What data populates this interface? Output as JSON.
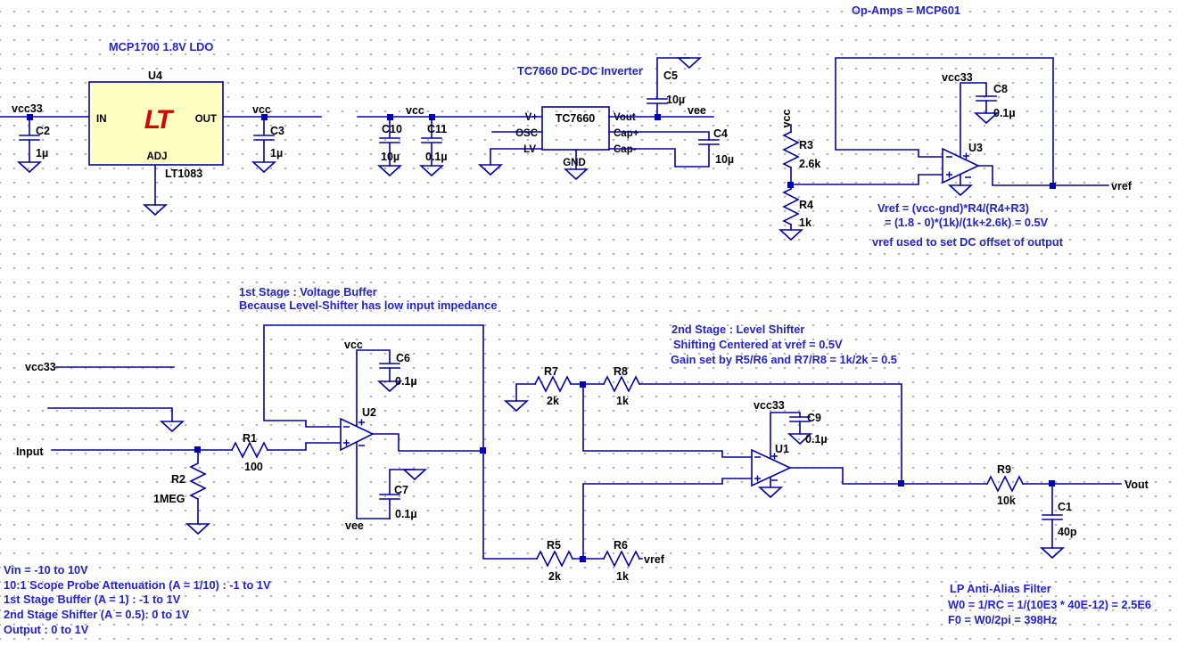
{
  "colors": {
    "wire": "#0000B2",
    "comment_text": "#2121DE",
    "label_text": "#000000",
    "regulator_box_fill": "#FFFFC2",
    "logo_red": "#D80000",
    "grid_dots": "#ABABAB"
  },
  "comments": {
    "ldo_title": "MCP1700 1.8V LDO",
    "inverter_title": "TC7660 DC-DC Inverter",
    "opamp_title": "Op-Amps = MCP601",
    "stage1": [
      "1st Stage : Voltage Buffer",
      "Because Level-Shifter has low input impedance"
    ],
    "stage2": [
      "2nd Stage : Level Shifter",
      "Shifting Centered at vref = 0.5V",
      "Gain set by R5/R6 and R7/R8 = 1k/2k = 0.5"
    ],
    "vref_calc": [
      "Vref = (vcc-gnd)*R4/(R4+R3)",
      "= (1.8 - 0)*(1k)/(1k+2.6k) = 0.5V",
      "vref used to set DC offset of output"
    ],
    "ranges": [
      "Vin = -10 to 10V",
      "10:1 Scope Probe Attenuation (A = 1/10) : -1 to 1V",
      "1st Stage Buffer (A = 1) : -1 to 1V",
      "2nd Stage Shifter (A = 0.5):  0 to 1V",
      "Output : 0 to 1V"
    ],
    "filter": [
      "LP Anti-Alias Filter",
      "W0 = 1/RC = 1/(10E3 * 40E-12) = 2.5E6",
      "F0 = W0/2pi = 398Hz"
    ]
  },
  "nets": {
    "vcc33": "vcc33",
    "vcc": "vcc",
    "vee": "vee",
    "vref": "vref",
    "input": "Input",
    "vout": "Vout"
  },
  "regulator": {
    "ref": "U4",
    "part": "LT1083",
    "logo": "LT",
    "pin_in": "IN",
    "pin_out": "OUT",
    "pin_adj": "ADJ"
  },
  "inverter": {
    "name": "TC7660",
    "pin_vplus": "V+",
    "pin_osc": "OSC",
    "pin_lv": "LV",
    "pin_gnd": "GND",
    "pin_vout": "Vout",
    "pin_cap_plus": "Cap+",
    "pin_cap_minus": "Cap-"
  },
  "opamps": {
    "u1": "U1",
    "u2": "U2",
    "u3": "U3"
  },
  "resistors": {
    "r1": {
      "ref": "R1",
      "value": "100"
    },
    "r2": {
      "ref": "R2",
      "value": "1MEG"
    },
    "r3": {
      "ref": "R3",
      "value": "2.6k"
    },
    "r4": {
      "ref": "R4",
      "value": "1k"
    },
    "r5": {
      "ref": "R5",
      "value": "2k"
    },
    "r6": {
      "ref": "R6",
      "value": "1k"
    },
    "r7": {
      "ref": "R7",
      "value": "2k"
    },
    "r8": {
      "ref": "R8",
      "value": "1k"
    },
    "r9": {
      "ref": "R9",
      "value": "10k"
    }
  },
  "capacitors": {
    "c1": {
      "ref": "C1",
      "value": "40p"
    },
    "c2": {
      "ref": "C2",
      "value": "1µ"
    },
    "c3": {
      "ref": "C3",
      "value": "1µ"
    },
    "c4": {
      "ref": "C4",
      "value": "10µ"
    },
    "c5": {
      "ref": "C5",
      "value": "10µ"
    },
    "c6": {
      "ref": "C6",
      "value": "0.1µ"
    },
    "c7": {
      "ref": "C7",
      "value": "0.1µ"
    },
    "c8": {
      "ref": "C8",
      "value": "0.1µ"
    },
    "c9": {
      "ref": "C9",
      "value": "0.1µ"
    },
    "c10": {
      "ref": "C10",
      "value": "10µ"
    },
    "c11": {
      "ref": "C11",
      "value": "0.1µ"
    }
  }
}
